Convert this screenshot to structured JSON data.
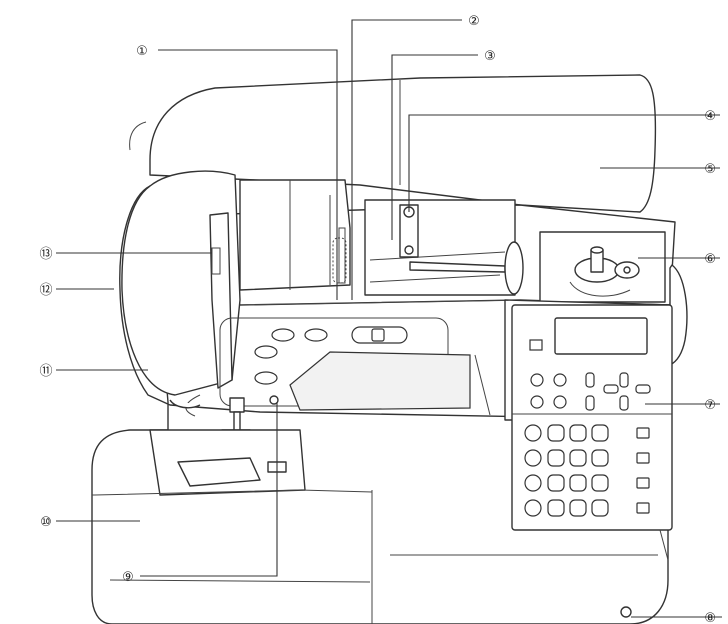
{
  "diagram": {
    "callouts": [
      {
        "id": "c1",
        "label": "①"
      },
      {
        "id": "c2",
        "label": "②"
      },
      {
        "id": "c3",
        "label": "③"
      },
      {
        "id": "c4",
        "label": "④"
      },
      {
        "id": "c5",
        "label": "⑤"
      },
      {
        "id": "c6",
        "label": "⑥"
      },
      {
        "id": "c7",
        "label": "⑦"
      },
      {
        "id": "c8",
        "label": "⑧"
      },
      {
        "id": "c9",
        "label": "⑨"
      },
      {
        "id": "c10",
        "label": "⑩"
      },
      {
        "id": "c11",
        "label": "⑪"
      },
      {
        "id": "c12",
        "label": "⑫"
      },
      {
        "id": "c13",
        "label": "⑬"
      }
    ]
  }
}
